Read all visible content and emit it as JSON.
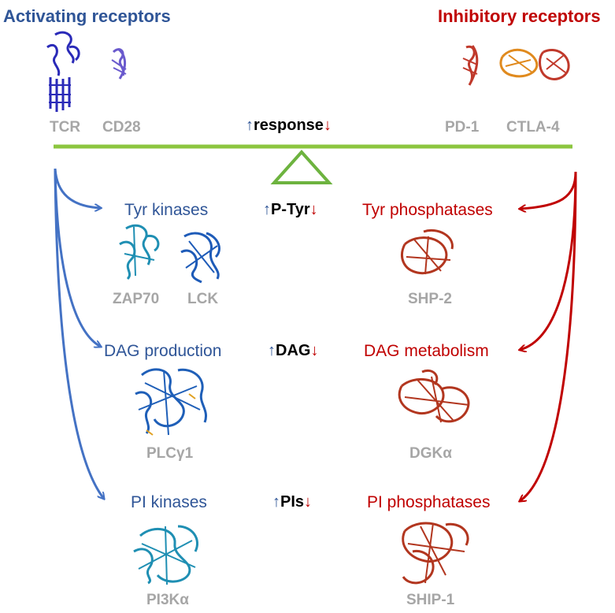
{
  "colors": {
    "activating": "#2f5597",
    "inhibitory": "#c00000",
    "arrow_blue": "#4472c4",
    "balance": "#8cc63f",
    "gray_label": "#a6a6a6"
  },
  "header": {
    "activating_title": "Activating receptors",
    "inhibitory_title": "Inhibitory receptors"
  },
  "receptors": {
    "activating": [
      "TCR",
      "CD28"
    ],
    "inhibitory": [
      "PD-1",
      "CTLA-4"
    ]
  },
  "balance": {
    "center": {
      "up": "↑",
      "label": "response",
      "down": "↓"
    }
  },
  "rows": [
    {
      "left_label": "Tyr kinases",
      "center_label": "P-Tyr",
      "right_label": "Tyr phosphatases",
      "left_proteins": [
        "ZAP70",
        "LCK"
      ],
      "right_proteins": [
        "SHP-2"
      ]
    },
    {
      "left_label": "DAG production",
      "center_label": "DAG",
      "right_label": "DAG metabolism",
      "left_proteins": [
        "PLCγ1"
      ],
      "right_proteins": [
        "DGKα"
      ]
    },
    {
      "left_label": "PI kinases",
      "center_label": "PIs",
      "right_label": "PI phosphatases",
      "left_proteins": [
        "PI3Kα"
      ],
      "right_proteins": [
        "SHIP-1"
      ]
    }
  ],
  "arrows": {
    "up": "↑",
    "down": "↓"
  },
  "icons": [
    "protein-structure-icon",
    "balance-fulcrum-icon",
    "curved-arrow-icon"
  ]
}
